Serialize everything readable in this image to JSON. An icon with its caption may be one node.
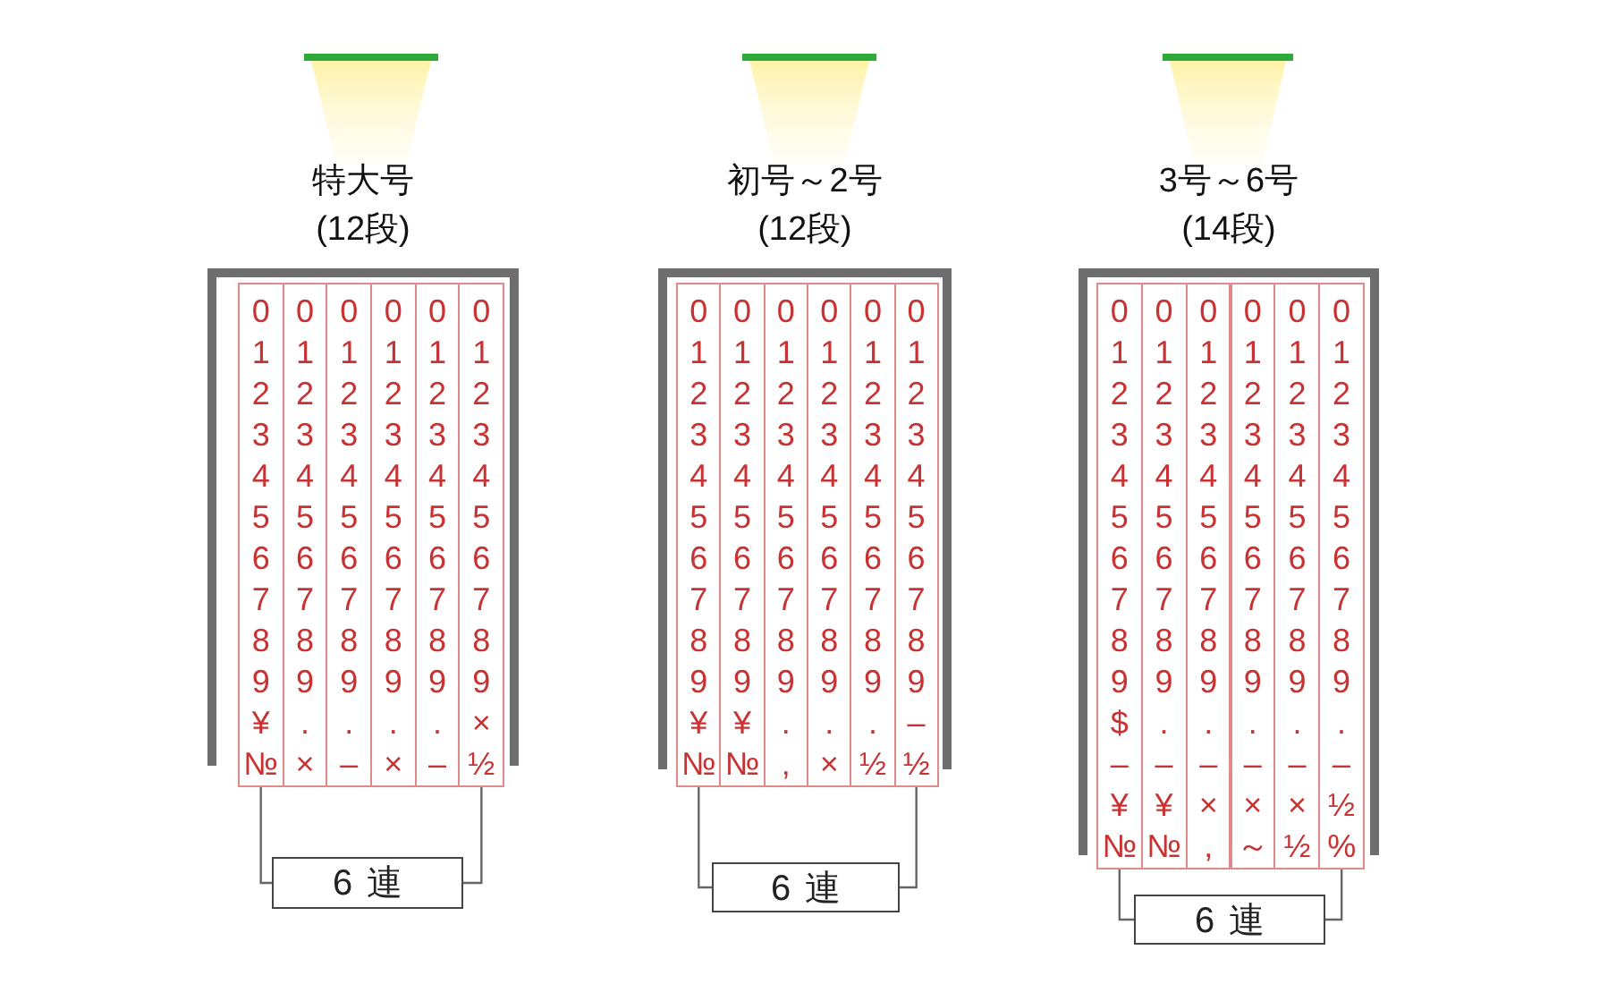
{
  "diagram": {
    "nodes": [
      {
        "text": [
          "特大号",
          "(12段)"
        ]
      },
      {
        "text": [
          "0 1 2 3 4 5 6 7 8 9 ¥ №"
        ],
        "in": 0
      },
      {
        "text": [
          "0 1 2 3 4 5 6 7 8 9 . ×"
        ],
        "in": 0
      },
      {
        "text": [
          "0 1 2 3 4 5 6 7 8 9 . –"
        ],
        "in": 0
      },
      {
        "text": [
          "0 1 2 3 4 5 6 7 8 9 . ×"
        ],
        "in": 0
      },
      {
        "text": [
          "0 1 2 3 4 5 6 7 8 9 . –"
        ],
        "in": 0
      },
      {
        "text": [
          "0 1 2 3 4 5 6 7 8 9 × ½"
        ],
        "in": 0
      },
      {
        "text": [
          "6連"
        ]
      },
      {
        "text": [
          "初号～2号",
          "(12段)"
        ]
      },
      {
        "text": [
          "0 1 2 3 4 5 6 7 8 9 ¥ №"
        ],
        "in": 8
      },
      {
        "text": [
          "0 1 2 3 4 5 6 7 8 9 ¥ №"
        ],
        "in": 8
      },
      {
        "text": [
          "0 1 2 3 4 5 6 7 8 9 . ,"
        ],
        "in": 8
      },
      {
        "text": [
          "0 1 2 3 4 5 6 7 8 9 . ×"
        ],
        "in": 8
      },
      {
        "text": [
          "0 1 2 3 4 5 6 7 8 9 . ½"
        ],
        "in": 8
      },
      {
        "text": [
          "0 1 2 3 4 5 6 7 8 9 – ½"
        ],
        "in": 8
      },
      {
        "text": [
          "6連"
        ]
      },
      {
        "text": [
          "3号～6号",
          "(14段)"
        ]
      },
      {
        "text": [
          "0 1 2 3 4 5 6 7 8 9 $ – ¥ №"
        ],
        "in": 16
      },
      {
        "text": [
          "0 1 2 3 4 5 6 7 8 9 . – ¥ №"
        ],
        "in": 16
      },
      {
        "text": [
          "0 1 2 3 4 5 6 7 8 9 . – × ,"
        ],
        "in": 16
      },
      {
        "text": [
          "0 1 2 3 4 5 6 7 8 9 . – × ～"
        ],
        "in": 16
      },
      {
        "text": [
          "0 1 2 3 4 5 6 7 8 9 . – × ½"
        ],
        "in": 16
      },
      {
        "text": [
          "0 1 2 3 4 5 6 7 8 9 . – ½ %"
        ],
        "in": 16
      },
      {
        "text": [
          "6連"
        ]
      }
    ],
    "edges": [
      {
        "from": 1,
        "to": 7,
        "arrow": "none"
      },
      {
        "from": 6,
        "to": 7,
        "arrow": "none"
      },
      {
        "from": 9,
        "to": 15,
        "arrow": "none"
      },
      {
        "from": 14,
        "to": 15,
        "arrow": "none"
      },
      {
        "from": 17,
        "to": 23,
        "arrow": "none"
      },
      {
        "from": 22,
        "to": 23,
        "arrow": "none"
      }
    ]
  }
}
